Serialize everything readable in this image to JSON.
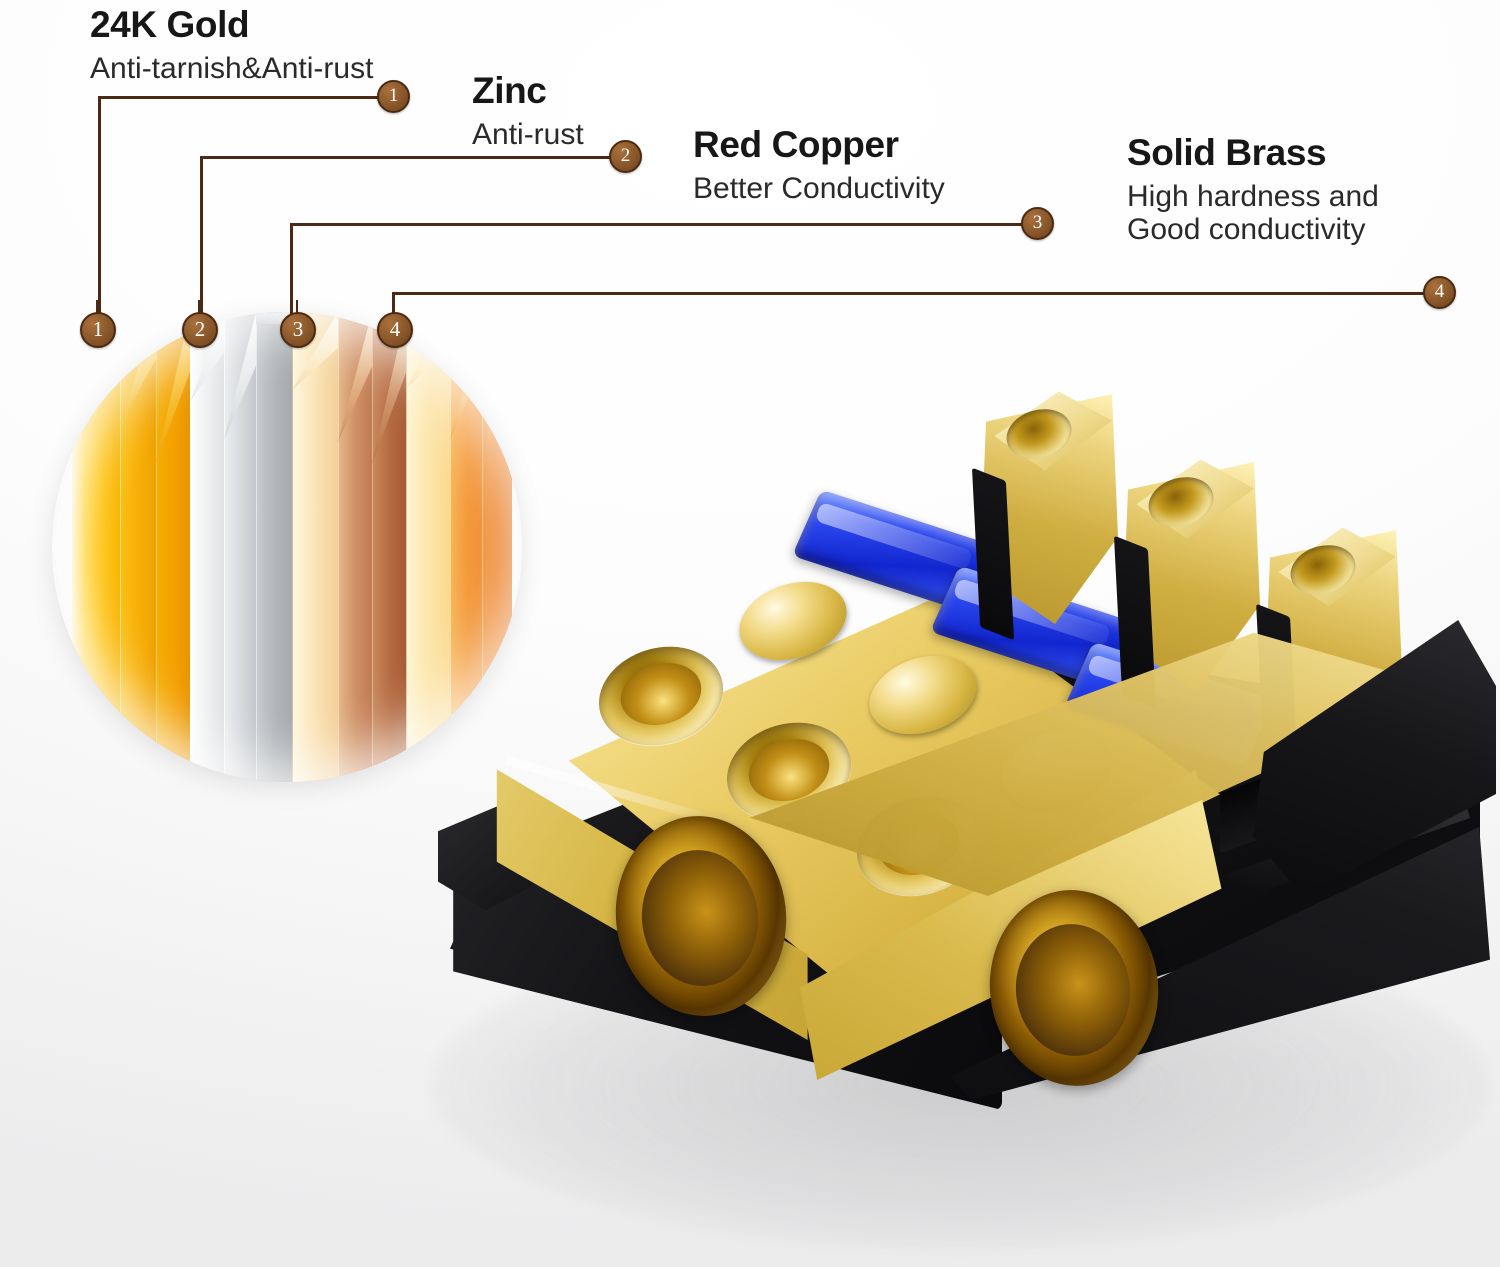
{
  "page": {
    "title": "24K Gold plated car audio fuse distribution block material callout",
    "background_color": "#fbfbfb",
    "accent_color": "#8d5a2c",
    "line_color": "#4a2a14"
  },
  "callouts": [
    {
      "number": "1",
      "heading": "24K Gold",
      "subtitle": "Anti-tarnish&Anti-rust",
      "layer_label": "1",
      "swatch_color": "#f5a800"
    },
    {
      "number": "2",
      "heading": "Zinc",
      "subtitle": "Anti-rust",
      "layer_label": "2",
      "swatch_color": "#b9bbbd"
    },
    {
      "number": "3",
      "heading": "Red Copper",
      "subtitle": "Better Conductivity",
      "layer_label": "3",
      "swatch_color": "#c07a52"
    },
    {
      "number": "4",
      "heading": "Solid Brass",
      "subtitle_line1": "High hardness and",
      "subtitle_line2": "Good conductivity",
      "layer_label": "4",
      "swatch_color": "#f07a1e"
    }
  ],
  "cross_section": {
    "name": "material-layer-cross-section",
    "layer_count": "4",
    "markers": [
      "1",
      "2",
      "3",
      "4"
    ]
  },
  "product": {
    "name": "gold-plated-fuse-distribution-block",
    "body_color": "#111113",
    "metal_color": "#e8cf72",
    "fuse_color": "#1f3ddd",
    "input_ports": "2",
    "top_screw_holes": "3",
    "output_terminals": "3",
    "fuses": "3"
  }
}
